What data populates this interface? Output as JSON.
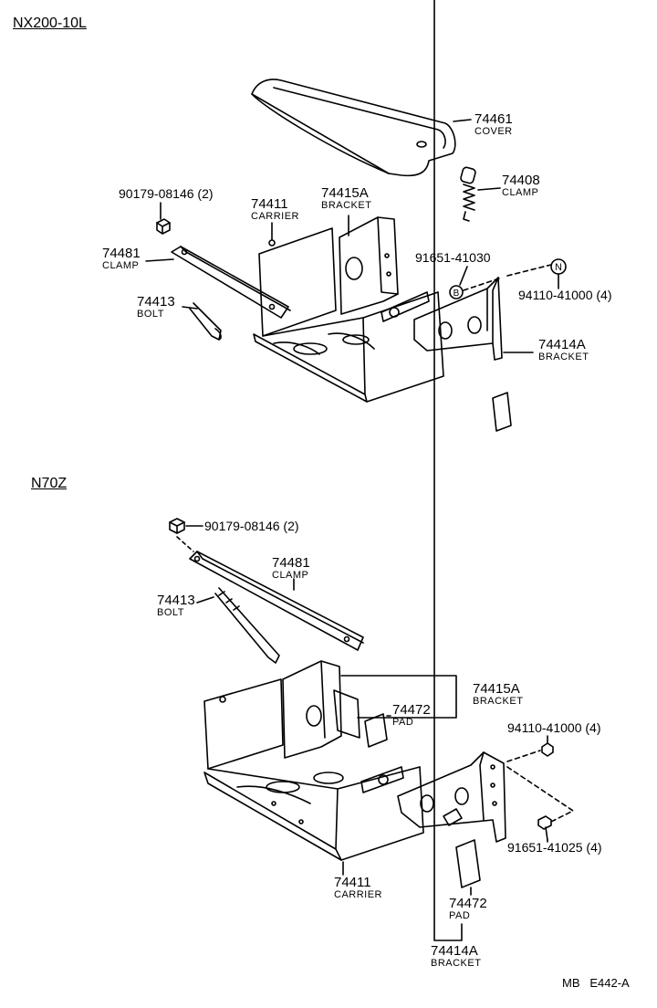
{
  "sections": [
    {
      "model": "NX200-10L",
      "parts": {
        "cover": {
          "number": "74461",
          "name": "COVER"
        },
        "clamp_top": {
          "number": "74408",
          "name": "CLAMP"
        },
        "nut": {
          "number": "90179-08146 (2)"
        },
        "carrier": {
          "number": "74411",
          "name": "CARRIER"
        },
        "bracket_a": {
          "number": "74415A",
          "name": "BRACKET"
        },
        "clamp": {
          "number": "74481",
          "name": "CLAMP"
        },
        "bolt": {
          "number": "74413",
          "name": "BOLT"
        },
        "screw": {
          "number": "91651-41030",
          "marker": "B"
        },
        "nut2": {
          "number": "94110-41000 (4)",
          "marker": "N"
        },
        "bracket_b": {
          "number": "74414A",
          "name": "BRACKET"
        }
      }
    },
    {
      "model": "N70Z",
      "parts": {
        "nut": {
          "number": "90179-08146 (2)"
        },
        "clamp": {
          "number": "74481",
          "name": "CLAMP"
        },
        "bolt": {
          "number": "74413",
          "name": "BOLT"
        },
        "bracket_a": {
          "number": "74415A",
          "name": "BRACKET"
        },
        "pad1": {
          "number": "74472",
          "name": "PAD"
        },
        "nut2": {
          "number": "94110-41000 (4)"
        },
        "screw": {
          "number": "91651-41025 (4)"
        },
        "carrier": {
          "number": "74411",
          "name": "CARRIER"
        },
        "pad2": {
          "number": "74472",
          "name": "PAD"
        },
        "bracket_b": {
          "number": "74414A",
          "name": "BRACKET"
        }
      }
    }
  ],
  "footer": {
    "ref": "MB   E442-A"
  }
}
